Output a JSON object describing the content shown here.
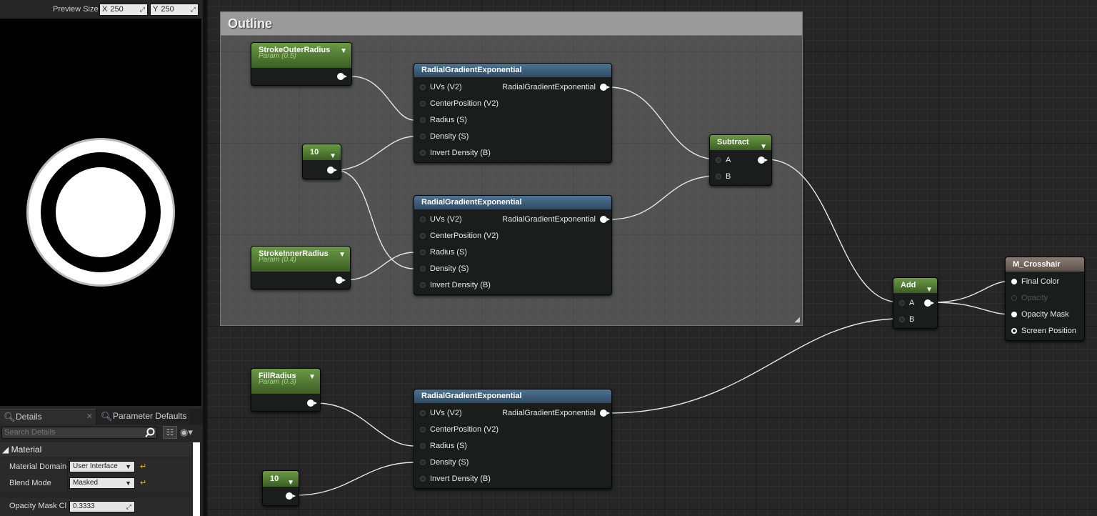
{
  "preview": {
    "size_label": "Preview Size",
    "x_axis": "X",
    "x_value": "250",
    "y_axis": "Y",
    "y_value": "250"
  },
  "tabs": {
    "details": "Details",
    "param_defaults": "Parameter Defaults"
  },
  "details": {
    "search_placeholder": "Search Details",
    "category": "Material",
    "properties": [
      {
        "label": "Material Domain",
        "value": "User Interface"
      },
      {
        "label": "Blend Mode",
        "value": "Masked"
      },
      {
        "label": "Opacity Mask Clip Value",
        "value": "0.3333"
      }
    ]
  },
  "comment": {
    "title": "Outline"
  },
  "nodes": {
    "stroke_outer": {
      "name": "StrokeOuterRadius",
      "sub": "Param (0.5)"
    },
    "stroke_inner": {
      "name": "StrokeInnerRadius",
      "sub": "Param (0.4)"
    },
    "fill_radius": {
      "name": "FillRadius",
      "sub": "Param (0.3)"
    },
    "const_a": {
      "value": "10"
    },
    "const_b": {
      "value": "10"
    },
    "radial": {
      "title": "RadialGradientExponential",
      "output": "RadialGradientExponential",
      "inputs": [
        "UVs (V2)",
        "CenterPosition (V2)",
        "Radius (S)",
        "Density (S)",
        "Invert Density (B)"
      ]
    },
    "subtract": {
      "title": "Subtract",
      "a": "A",
      "b": "B"
    },
    "add": {
      "title": "Add",
      "a": "A",
      "b": "B"
    },
    "result": {
      "title": "M_Crosshair",
      "inputs": [
        "Final Color",
        "Opacity",
        "Opacity Mask",
        "Screen Position"
      ]
    }
  },
  "colors": {
    "param_header": "#5a8a3a",
    "function_header": "#3e6283",
    "result_header": "#7a6d63",
    "graph_bg": "#262626"
  }
}
